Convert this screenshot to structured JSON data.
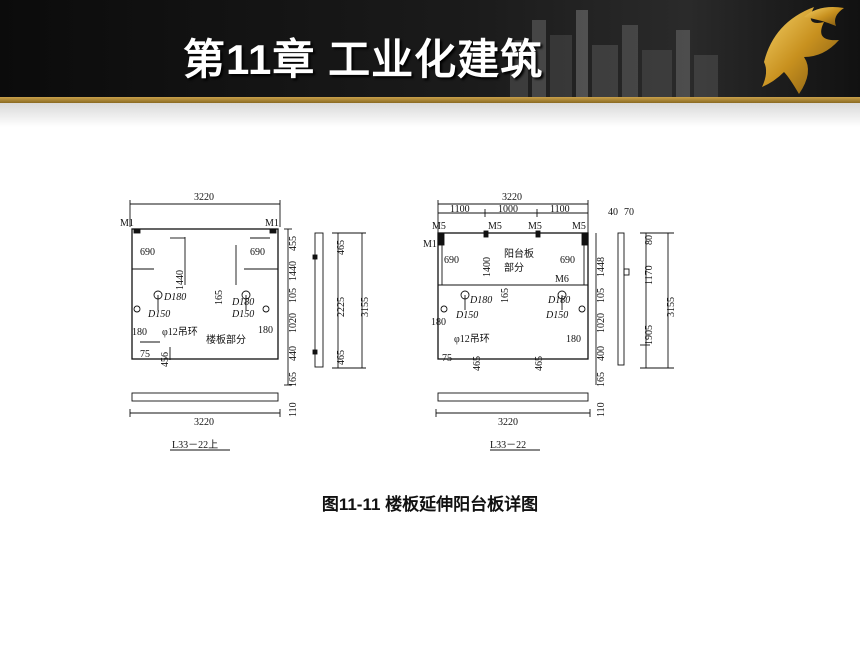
{
  "slide": {
    "title": "第11章  工业化建筑",
    "caption": "图11-11  楼板延伸阳台板详图"
  },
  "left_drawing": {
    "name": "L33－22上",
    "labels": {
      "width": "3220",
      "m1_left": "M1",
      "m1_right": "M1",
      "d180_left": "D180",
      "d150_left": "D150",
      "d180_right": "D180",
      "d150_right": "D150",
      "ring": "φ12吊环",
      "region": "楼板部分"
    },
    "dims": {
      "a690_l": "690",
      "a690_r": "690",
      "a1440": "1440",
      "a165": "165",
      "a180_l": "180",
      "a180_r": "180",
      "a75": "75",
      "a456": "456",
      "r455": "455",
      "r1440": "1440",
      "r105": "105",
      "r1020": "1020",
      "r440": "440",
      "r165": "165",
      "r110": "110",
      "s465a": "465",
      "s2225": "2225",
      "s465b": "465",
      "s3155": "3155"
    }
  },
  "right_drawing": {
    "name": "L33－22",
    "labels": {
      "width": "3220",
      "w1100a": "1100",
      "w1000": "1000",
      "w1100b": "1100",
      "m1": "M1",
      "m5a": "M5",
      "m5b": "M5",
      "m5c": "M5",
      "m5d": "M5",
      "m6": "M6",
      "balcony1": "阳台板",
      "balcony2": "部分",
      "d180_left": "D180",
      "d150_left": "D150",
      "d180_right": "D180",
      "d150_right": "D150",
      "ring": "φ12吊环"
    },
    "dims": {
      "a690_l": "690",
      "a690_r": "690",
      "a1400": "1400",
      "a165": "165",
      "a180_l": "180",
      "a180_r": "180",
      "a75": "75",
      "a465_l": "465",
      "a465_r": "465",
      "r1448": "1448",
      "r105": "105",
      "r1020": "1020",
      "r400": "400",
      "r165": "165",
      "r110": "110",
      "t40": "40",
      "t70": "70",
      "s80": "80",
      "s1170": "1170",
      "s1905": "1905",
      "s3155": "3155"
    }
  }
}
